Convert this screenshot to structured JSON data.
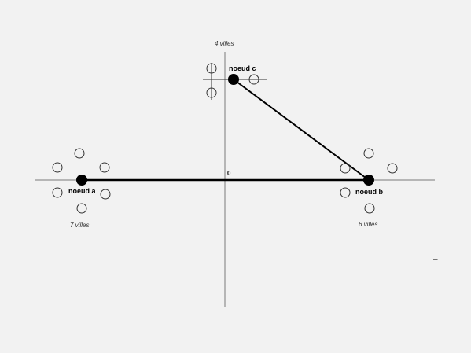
{
  "diagram": {
    "origin_label": "0",
    "corner_mark": "–",
    "nodes": {
      "a": {
        "label": "noeud a",
        "count_label": "7 villes"
      },
      "b": {
        "label": "noeud b",
        "count_label": "6 villes"
      },
      "c": {
        "label": "noeud c",
        "count_label": "4 villes"
      }
    }
  }
}
